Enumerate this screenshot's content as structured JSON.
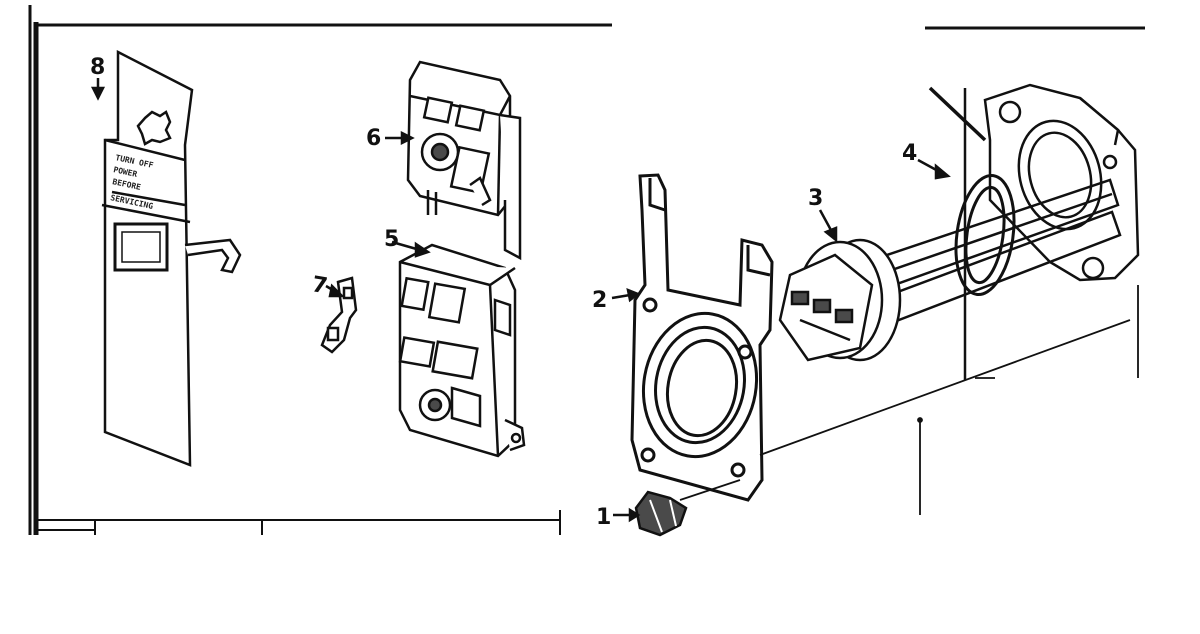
{
  "callouts": [
    {
      "id": "1",
      "text": "1"
    },
    {
      "id": "2",
      "text": "2"
    },
    {
      "id": "3",
      "text": "3"
    },
    {
      "id": "4",
      "text": "4"
    },
    {
      "id": "5",
      "text": "5"
    },
    {
      "id": "6",
      "text": "6"
    },
    {
      "id": "7",
      "text": "7"
    },
    {
      "id": "8",
      "text": "8"
    }
  ],
  "tag_text": [
    "TURN OFF",
    "POWER",
    "BEFORE",
    "SERVICING"
  ],
  "colors": {
    "ink": "#111111",
    "paper": "#ffffff",
    "shade": "#4a4a4a"
  }
}
